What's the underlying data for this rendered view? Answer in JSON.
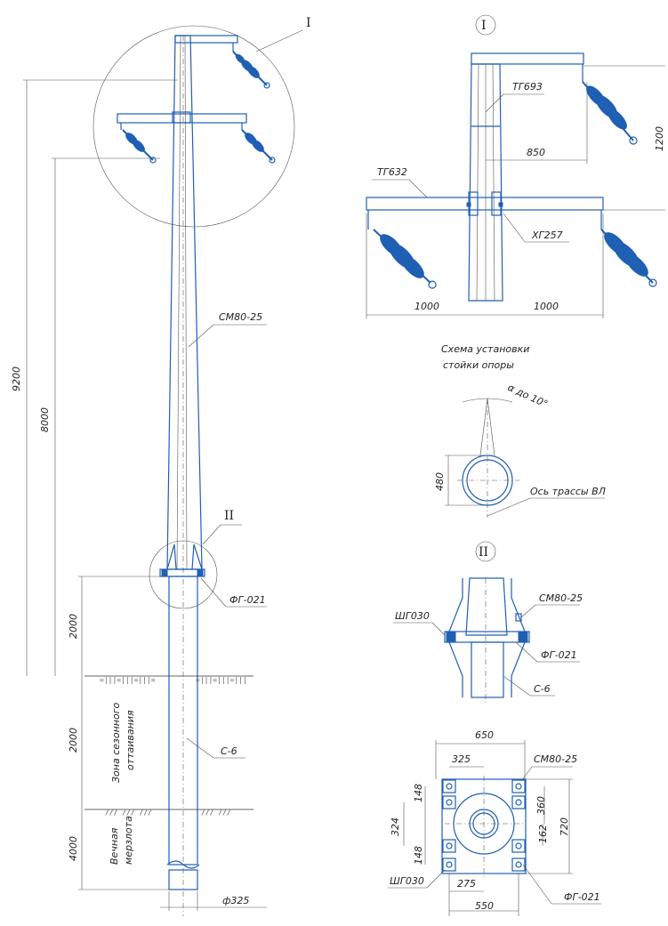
{
  "views": {
    "callout_I": "I",
    "callout_II": "II",
    "schema_title_line1": "Схема установки",
    "schema_title_line2": "стойки опоры"
  },
  "labels": {
    "stand": "СМ80-25",
    "flange": "ФГ-021",
    "pile": "С-6",
    "traverse_top": "ТГ693",
    "traverse_main": "ТГ632",
    "clamp": "ХГ257",
    "bolt": "ШГ030",
    "route_axis": "Ось трассы ВЛ",
    "angle": "α до 10°",
    "zone_seasonal_1": "Зона сезонного",
    "zone_seasonal_2": "оттаивания",
    "zone_perma_1": "Вечная",
    "zone_perma_2": "мерзлота",
    "diameter": "ф325"
  },
  "dimensions": {
    "total_height": "9200",
    "h8000": "8000",
    "h2000_above": "2000",
    "h2000_zone": "2000",
    "h4000": "4000",
    "d850": "850",
    "d1200": "1200",
    "d1000_left": "1000",
    "d1000_right": "1000",
    "d480": "480",
    "d650": "650",
    "d325": "325",
    "d148_top": "148",
    "d148_bottom": "148",
    "d324": "324",
    "d360": "360",
    "d162": "162",
    "d720": "720",
    "d275": "275",
    "d550": "550"
  }
}
